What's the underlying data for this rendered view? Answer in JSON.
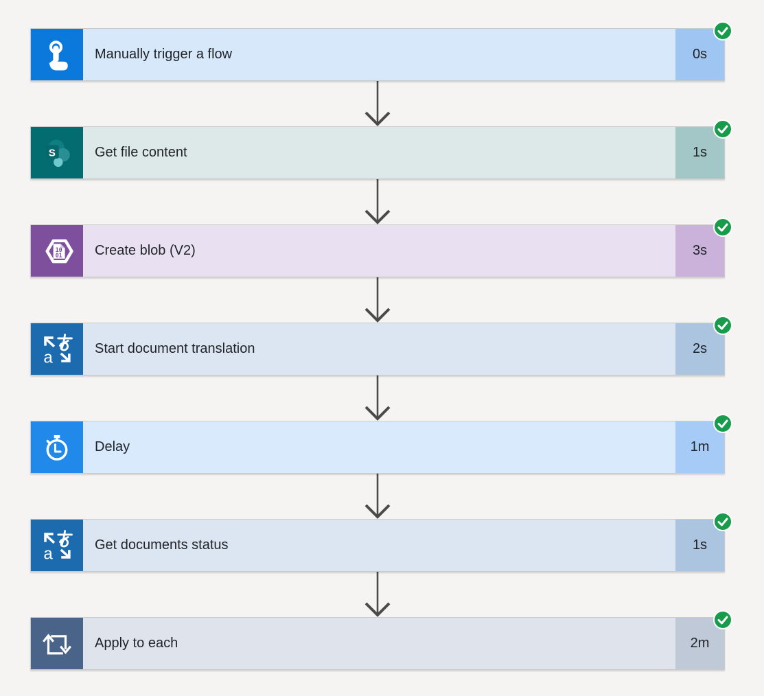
{
  "page": {
    "background_color": "#f5f4f2",
    "arrow_color": "#4a4a4a",
    "success_color": "#189b4a"
  },
  "flow": {
    "steps": [
      {
        "title": "Manually trigger a flow",
        "duration": "0s",
        "status": "succeeded",
        "icon": "touch-trigger-icon",
        "icon_bg": "#0b79dc",
        "bar_bg": "#d8e8fb",
        "duration_bg": "#9fc6f3"
      },
      {
        "title": "Get file content",
        "duration": "1s",
        "status": "succeeded",
        "icon": "sharepoint-icon",
        "icon_bg": "#036c70",
        "bar_bg": "#dde9e8",
        "duration_bg": "#a3c7c6"
      },
      {
        "title": "Create blob (V2)",
        "duration": "3s",
        "status": "succeeded",
        "icon": "azure-blob-icon",
        "icon_bg": "#7e4f9d",
        "bar_bg": "#e9e1f1",
        "duration_bg": "#cbb2da"
      },
      {
        "title": "Start document translation",
        "duration": "2s",
        "status": "succeeded",
        "icon": "translator-icon",
        "icon_bg": "#1b6bae",
        "bar_bg": "#dce6f2",
        "duration_bg": "#abc5e1"
      },
      {
        "title": "Delay",
        "duration": "1m",
        "status": "succeeded",
        "icon": "delay-icon",
        "icon_bg": "#2189ea",
        "bar_bg": "#d9eafd",
        "duration_bg": "#a6cbf6"
      },
      {
        "title": "Get documents status",
        "duration": "1s",
        "status": "succeeded",
        "icon": "translator-icon",
        "icon_bg": "#1b6bae",
        "bar_bg": "#dce6f2",
        "duration_bg": "#abc5e1"
      },
      {
        "title": "Apply to each",
        "duration": "2m",
        "status": "succeeded",
        "icon": "apply-to-each-icon",
        "icon_bg": "#4a6389",
        "bar_bg": "#dfe3eb",
        "duration_bg": "#bfc9d8"
      }
    ]
  }
}
